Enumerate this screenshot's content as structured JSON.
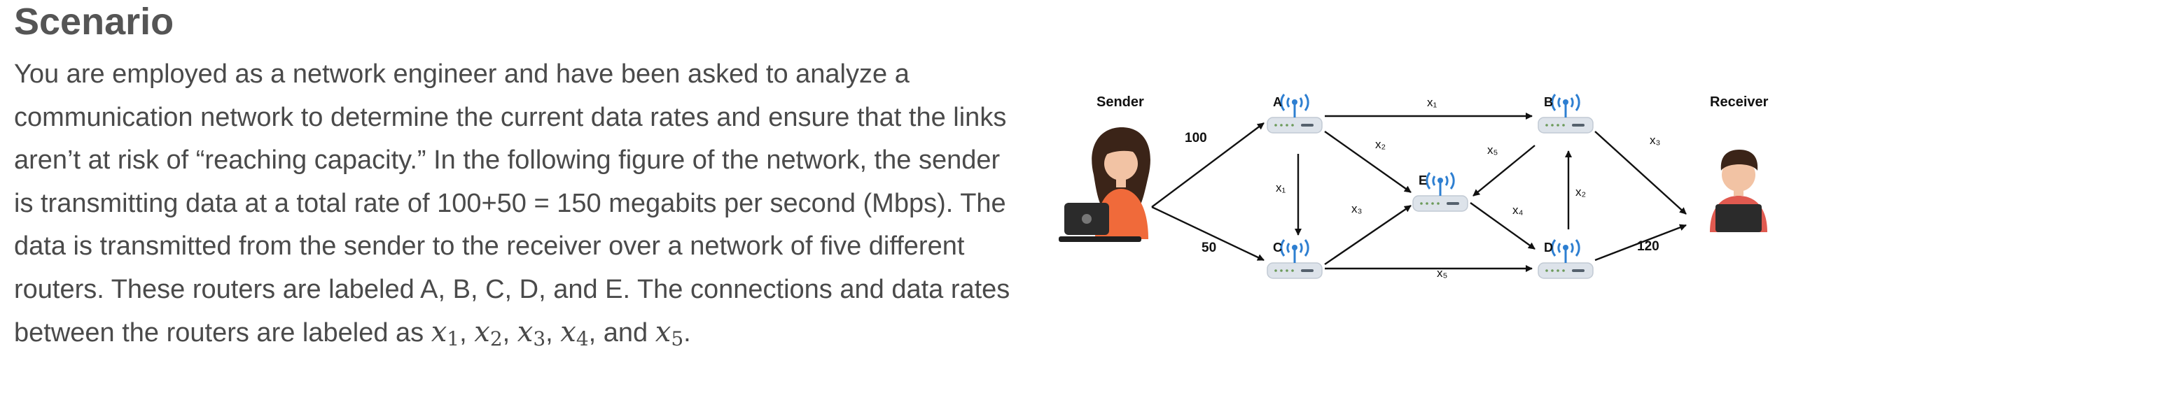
{
  "title": "Scenario",
  "paragraph": {
    "text": "You are employed as a network engineer and have been asked to analyze a communication network to determine the current data rates and ensure that the links aren’t at risk of “reaching capacity.” In the following figure of the network, the sender is transmitting data at a total rate of 100+50 = 150 megabits per second (Mbps). The data is transmitted from the sender to the receiver over a network of five different routers. These routers are labeled A, B, C, D, and E. The connections and data rates between the routers are labeled as",
    "vars": [
      {
        "base": "x",
        "sub": "1"
      },
      {
        "base": "x",
        "sub": "2"
      },
      {
        "base": "x",
        "sub": "3"
      },
      {
        "base": "x",
        "sub": "4"
      },
      {
        "base": "x",
        "sub": "5"
      }
    ],
    "sep1": ",",
    "sep2": ",",
    "sep3": ",",
    "sep4": ", and",
    "end": "."
  },
  "figure": {
    "sender_label": "Sender",
    "receiver_label": "Receiver",
    "routers": [
      "A",
      "B",
      "C",
      "D",
      "E"
    ],
    "rate_sender_a": "100",
    "rate_sender_c": "50",
    "rate_d_receiver": "120",
    "edge_labels": {
      "a_b": "x₁",
      "a_c": "x₁",
      "a_e": "x₂",
      "b_e": "x₅",
      "b_receiver": "x₃",
      "c_e": "x₃",
      "c_d": "x₅",
      "d_b": "x₂",
      "e_d": "x₄"
    },
    "colors": {
      "wifi": "#2e7fd1",
      "router_body": "#dde3ea",
      "arrow": "#111111",
      "skin": "#f2c3a4",
      "hair": "#3b2418",
      "shirt_sender": "#f06a3a",
      "shirt_receiver": "#e05a50"
    }
  }
}
